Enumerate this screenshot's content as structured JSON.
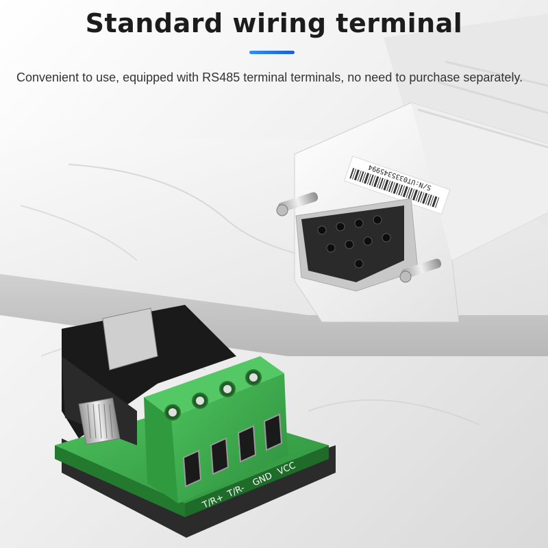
{
  "header": {
    "title": "Standard wiring terminal",
    "description": "Convenient to use, equipped with RS485 terminal terminals, no need to purchase separately."
  },
  "product": {
    "serial_label": "S/N:UT0335345994",
    "terminal_labels": [
      "T/R+",
      "T/R-",
      "GND",
      "VCC"
    ]
  },
  "colors": {
    "accent": "#2f8cff",
    "pcb_green": "#2f9a3a",
    "terminal_green": "#38b34a",
    "housing_white": "#f4f4f4"
  }
}
